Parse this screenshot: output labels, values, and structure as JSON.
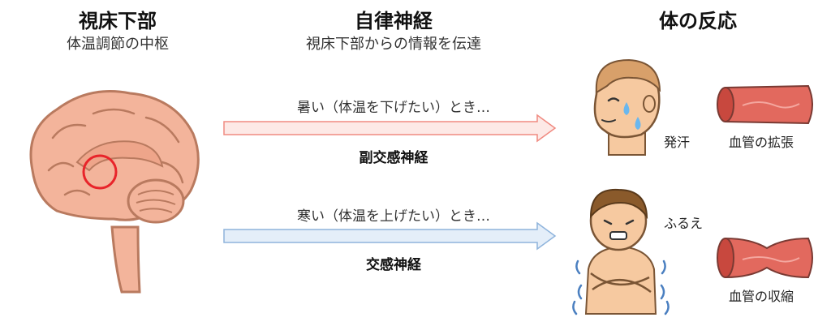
{
  "columns": {
    "hypothalamus": {
      "title": "視床下部",
      "subtitle": "体温調節の中枢"
    },
    "autonomic": {
      "title": "自律神経",
      "subtitle": "視床下部からの情報を伝達"
    },
    "body": {
      "title": "体の反応"
    }
  },
  "rows": {
    "hot": {
      "condition": "暑い（体温を下げたい）とき…",
      "nerve": "副交感神経",
      "symptom": "発汗",
      "vessel": "血管の拡張",
      "arrow_color": "#f08a80",
      "arrow_fill": "#fde9e6"
    },
    "cold": {
      "condition": "寒い（体温を上げたい）とき…",
      "nerve": "交感神経",
      "symptom": "ふるえ",
      "vessel": "血管の収縮",
      "arrow_color": "#8fb4dc",
      "arrow_fill": "#e4eef9"
    }
  },
  "colors": {
    "brain": "#f3b49b",
    "brain_outline": "#b97a5f",
    "highlight_circle": "#e8242a",
    "vessel": "#e2695e",
    "skin": "#f6c9a0"
  },
  "icons": [
    "brain-illustration",
    "sweating-face",
    "shivering-person",
    "dilated-vessel",
    "constricted-vessel"
  ]
}
